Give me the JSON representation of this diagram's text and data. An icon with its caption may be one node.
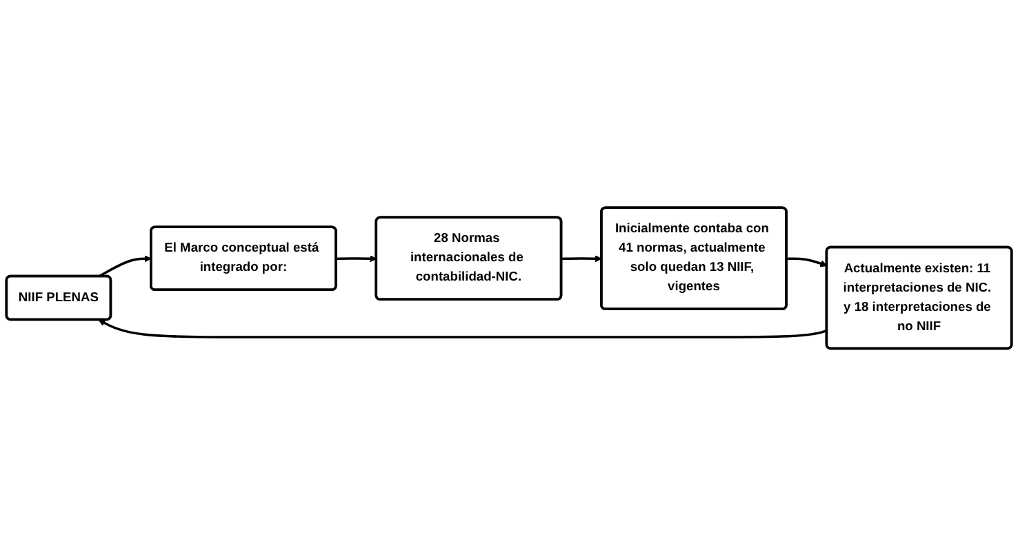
{
  "diagram": {
    "nodes": [
      {
        "text": [
          "NIIF PLENAS"
        ]
      },
      {
        "text": [
          "El Marco conceptual está integrado por:"
        ]
      },
      {
        "text": [
          "28 Normas internacionales de contabilidad-NIC."
        ]
      },
      {
        "text": [
          "Inicialmente contaba con 41 normas, actualmente solo quedan 13 NIIF, vigentes"
        ]
      },
      {
        "text": [
          "Actualmente existen: 11 interpretaciones de NIC. y 18 interpretaciones de no NIIF"
        ]
      }
    ],
    "edges": [
      {
        "from": 0,
        "to": 1,
        "arrow": "to"
      },
      {
        "from": 1,
        "to": 2,
        "arrow": "to"
      },
      {
        "from": 2,
        "to": 3,
        "arrow": "to"
      },
      {
        "from": 3,
        "to": 4,
        "arrow": "to"
      },
      {
        "from": 4,
        "to": 0,
        "arrow": "to"
      }
    ]
  }
}
